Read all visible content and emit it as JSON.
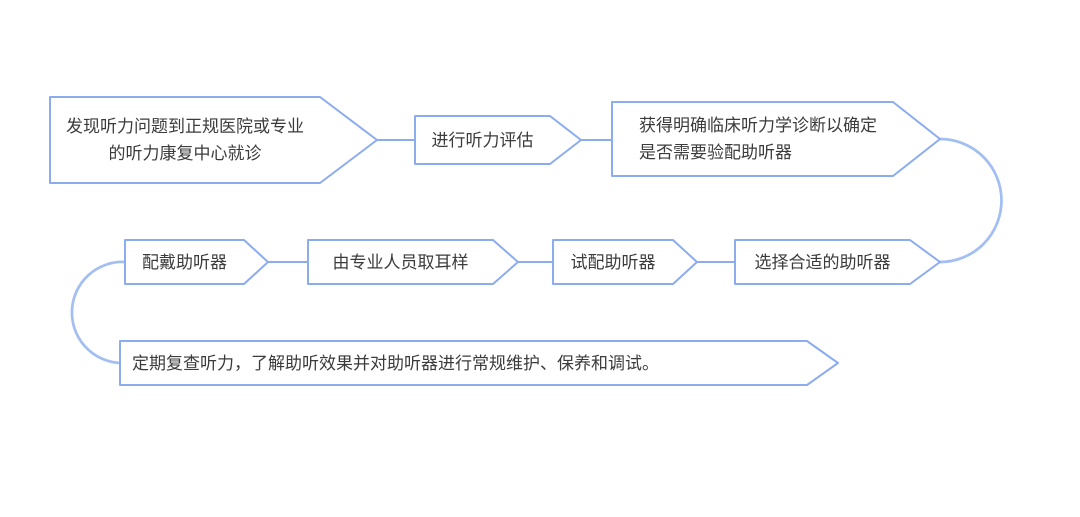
{
  "diagram": {
    "colors": {
      "node_stroke": "#8cacf0",
      "loop_stroke": "#a3bff2",
      "node_fill": "#ffffff",
      "text": "#3b3b3b",
      "background": "#ffffff"
    },
    "nodes": [
      {
        "id": "find-problem",
        "label": "发现听力问题到正规医院或专业的听力康复中心就诊"
      },
      {
        "id": "hearing-assessment",
        "label": "进行听力评估"
      },
      {
        "id": "clinical-diagnosis",
        "label": "获得明确临床听力学诊断以确定是否需要验配助听器"
      },
      {
        "id": "choose-hearing-aid",
        "label": "选择合适的助听器"
      },
      {
        "id": "trial-fitting",
        "label": "试配助听器"
      },
      {
        "id": "ear-impression",
        "label": "由专业人员取耳样"
      },
      {
        "id": "wear-hearing-aid",
        "label": "配戴助听器"
      },
      {
        "id": "regular-review",
        "label": "定期复查听力，了解助听效果并对助听器进行常规维护、保养和调试。"
      }
    ]
  }
}
